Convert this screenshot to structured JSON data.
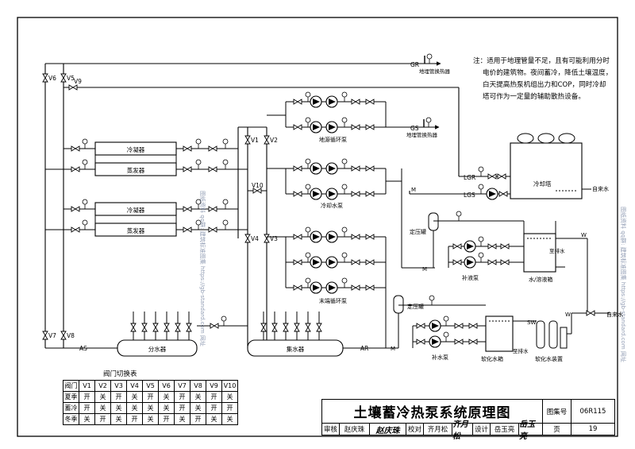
{
  "note": {
    "lines": [
      "注：适用于地理管量不足，且有可能利用分时",
      "电价的建筑物。夜间蓄冷，降低土壤温度，",
      "白天提高热泵机组出力和COP，同时冷却",
      "塔可作为一定量的辅助散热设备。"
    ]
  },
  "labels": {
    "condenser": "冷凝器",
    "evaporator": "蒸发器",
    "ground_hx_top": "地埋管换热器",
    "ground_hx_mid": "地埋管换热器",
    "ground_pump": "地源循环泵",
    "cooling_pump": "冷却水泵",
    "end_pump": "末端循环泵",
    "cooling_tower": "冷却塔",
    "city_water_1": "自来水",
    "city_water_2": "自来水",
    "pressure_tank_1": "定压罐",
    "pressure_tank_2": "定压罐",
    "makeup_pump_1": "补液泵",
    "makeup_pump_2": "补水泵",
    "solution_tank": "水/溶液箱",
    "drain_1": "至排水",
    "drain_2": "至排水",
    "soft_tank": "软化水箱",
    "softener": "软化水装置",
    "distributor": "分水器",
    "collector": "集水器",
    "m1": "M",
    "m2": "M",
    "m3": "M",
    "w1": "W",
    "w2": "W",
    "sw": "SW",
    "gr": "GR",
    "gs": "GS",
    "lgr": "LGR",
    "lgs": "LGS",
    "as_tag": "AS",
    "ar_tag": "AR",
    "v1": "V1",
    "v2": "V2",
    "v3": "V3",
    "v4": "V4",
    "v5": "V5",
    "v6": "V6",
    "v7": "V7",
    "v8": "V8",
    "v9": "V9",
    "v10": "V10"
  },
  "valve_table": {
    "title": "阀门切换表",
    "headers": [
      "阀门",
      "V1",
      "V2",
      "V3",
      "V4",
      "V5",
      "V6",
      "V7",
      "V8",
      "V9",
      "V10"
    ],
    "rows": [
      [
        "夏季",
        "开",
        "关",
        "开",
        "关",
        "开",
        "关",
        "开",
        "关",
        "开",
        "关"
      ],
      [
        "蓄冷",
        "开",
        "关",
        "关",
        "关",
        "关",
        "关",
        "开",
        "关",
        "开",
        "开"
      ],
      [
        "冬季",
        "关",
        "开",
        "关",
        "开",
        "关",
        "开",
        "关",
        "开",
        "关",
        "关"
      ]
    ]
  },
  "title_block": {
    "title": "土壤蓄冷热泵系统原理图",
    "atlas_label": "图集号",
    "atlas_no": "06R115",
    "review_label": "审核",
    "reviewer": "赵庆珠",
    "reviewer_sig": "赵庆珠",
    "check_label": "校对",
    "checker": "齐月松",
    "checker_sig": "齐月松",
    "design_label": "设计",
    "designer": "岳玉亮",
    "designer_sig": "岳玉亮",
    "page_label": "页",
    "page_no": "19"
  },
  "watermark": {
    "text": "图纸资料 qq群:  建筑标准图集 https://gb-standard.com 网址"
  }
}
